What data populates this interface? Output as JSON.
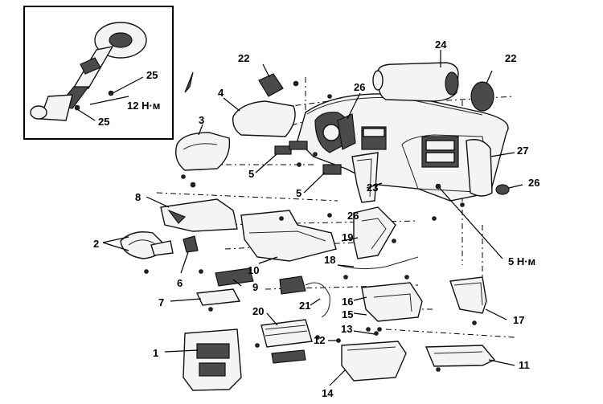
{
  "diagram": {
    "inset": {
      "callouts": [
        "25",
        "25"
      ],
      "torque": "12 Н·м"
    },
    "callouts": {
      "c1": "1",
      "c2": "2",
      "c3": "3",
      "c4": "4",
      "c5a": "5",
      "c5b": "5",
      "c6": "6",
      "c7": "7",
      "c8": "8",
      "c9": "9",
      "c10": "10",
      "c11": "11",
      "c12": "12",
      "c13": "13",
      "c14": "14",
      "c15": "15",
      "c16": "16",
      "c17": "17",
      "c18": "18",
      "c19": "19",
      "c20": "20",
      "c21": "21",
      "c22a": "22",
      "c22b": "22",
      "c23": "23",
      "c24": "24",
      "c26a": "26",
      "c26b": "26",
      "c26c": "26",
      "c27": "27"
    },
    "torque_main": "5 Н·м"
  }
}
